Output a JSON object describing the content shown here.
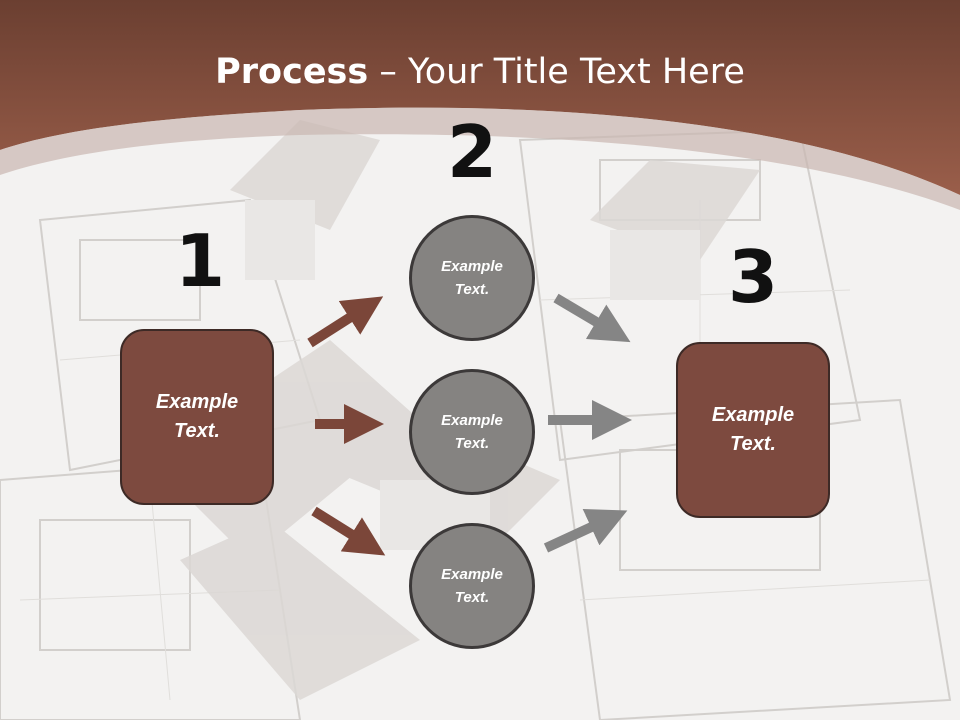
{
  "title": {
    "bold": "Process",
    "rest": " – Your Title Text Here"
  },
  "steps": {
    "one": "1",
    "two": "2",
    "three": "3"
  },
  "nodes": {
    "left_box": "Example Text.",
    "circle_top": "Example Text.",
    "circle_middle": "Example Text.",
    "circle_bottom": "Example Text.",
    "right_box": "Example Text."
  },
  "colors": {
    "header": "#8b5241",
    "box": "#7d4a3f",
    "circle": "#858381",
    "arrow_brown": "#7b4639",
    "arrow_gray": "#858585"
  }
}
